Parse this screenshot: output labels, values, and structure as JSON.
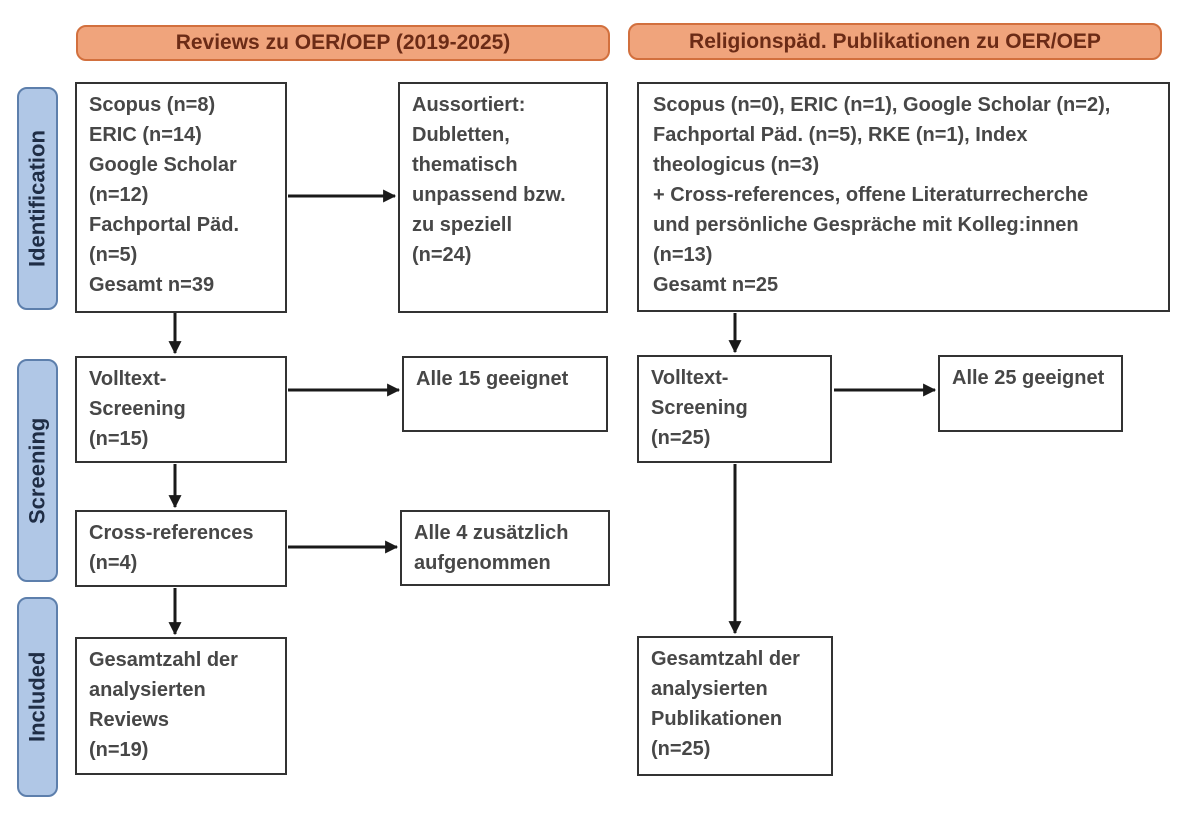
{
  "diagram": {
    "kind": "prisma-literature-flow",
    "columns": {
      "left": {
        "header": "Reviews zu OER/OEP (2019-2025)",
        "identification_box": "Scopus (n=8)\nERIC (n=14)\nGoogle Scholar\n(n=12)\nFachportal Päd.\n(n=5)\nGesamt n=39",
        "excluded_box": "Aussortiert:\nDubletten,\nthematisch\nunpassend bzw.\nzu speziell\n(n=24)",
        "fulltext_screening_box": "Volltext-\nScreening\n(n=15)",
        "fulltext_result_box": "Alle 15 geeignet",
        "crossreferences_box": "Cross-references\n(n=4)",
        "crossreferences_result_box": "Alle 4 zusätzlich\naufgenommen",
        "included_box": "Gesamtzahl der\nanalysierten\nReviews\n(n=19)"
      },
      "right": {
        "header": "Religionspäd. Publikationen zu OER/OEP",
        "identification_box": "Scopus (n=0), ERIC (n=1), Google Scholar (n=2),\nFachportal Päd. (n=5), RKE (n=1), Index\ntheologicus (n=3)\n+ Cross-references, offene Literaturrecherche\nund persönliche Gespräche mit Kolleg:innen\n(n=13)\nGesamt n=25",
        "fulltext_screening_box": "Volltext-\nScreening\n(n=25)",
        "fulltext_result_box": "Alle 25 geeignet",
        "included_box": "Gesamtzahl der\nanalysierten\nPublikationen\n(n=25)"
      }
    },
    "stages": [
      {
        "label": "Identification"
      },
      {
        "label": "Screening"
      },
      {
        "label": "Included"
      }
    ],
    "colors": {
      "header_fill": "#F0A47C",
      "header_border": "#D2703E",
      "header_text": "#6B2B16",
      "stage_fill": "#B0C7E6",
      "stage_border": "#5D7FAC",
      "stage_text": "#1F2D45",
      "box_border": "#333333",
      "box_text": "#474747",
      "arrow": "#1A1A1A",
      "background": "#FFFFFF"
    }
  }
}
